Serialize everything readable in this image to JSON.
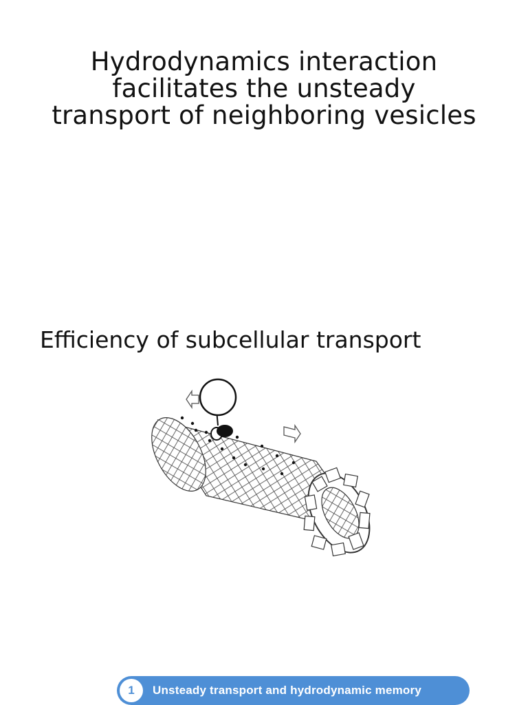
{
  "slide": {
    "title_lines": [
      "Hydrodynamics interaction",
      "facilitates the unsteady",
      "transport of neighboring vesicles"
    ],
    "section_heading": "Efficiency of subcellular transport"
  },
  "figure": {
    "icon": "microtubule-motor-vesicle-illustration"
  },
  "footer": {
    "number": "1",
    "label": "Unsteady transport and hydrodynamic memory",
    "color": "#4e8fd6"
  }
}
